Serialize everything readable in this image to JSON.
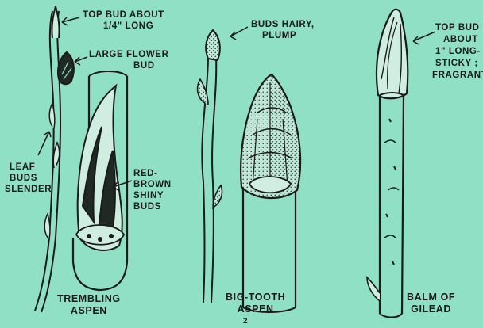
{
  "trembling_aspen": {
    "top_bud": [
      "TOP BUD ABOUT",
      "1/4\" LONG"
    ],
    "large_flower_bud": [
      "LARGE FLOWER",
      "BUD"
    ],
    "leaf_buds": [
      "LEAF",
      "BUDS",
      "SLENDER"
    ],
    "red_brown": [
      "RED-",
      "BROWN",
      "SHINY",
      "BUDS"
    ],
    "name": [
      "TREMBLING",
      "ASPEN"
    ]
  },
  "big_tooth_aspen": {
    "buds_hairy": [
      "BUDS HAIRY,",
      "PLUMP"
    ],
    "name": [
      "BIG-TOOTH",
      "ASPEN"
    ],
    "page_mark": "2"
  },
  "balm_of_gilead": {
    "top_bud": [
      "TOP BUD",
      "ABOUT",
      "1\" LONG-",
      "STICKY ;",
      "FRAGRANT"
    ],
    "name": [
      "BALM OF",
      "GILEAD"
    ]
  },
  "colors": {
    "background": "#8fe0c4",
    "ink": "#1a1a1a",
    "bud_fill": "#cfeee0"
  }
}
